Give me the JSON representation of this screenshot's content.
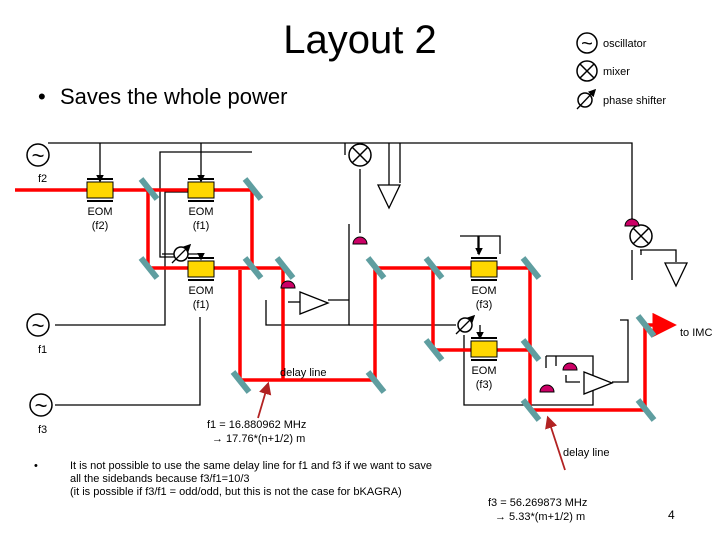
{
  "title": "Layout 2",
  "bullet_main": "Saves the whole power",
  "legend": {
    "oscillator": "oscillator",
    "mixer": "mixer",
    "phase_shifter": "phase shifter"
  },
  "sources": {
    "f2": "f2",
    "f1": "f1",
    "f3": "f3"
  },
  "eom": {
    "f2": [
      "EOM",
      "(f2)"
    ],
    "f1_upper": [
      "EOM",
      "(f1)"
    ],
    "f1_lower": [
      "EOM",
      "(f1)"
    ],
    "f3_upper": [
      "EOM",
      "(f3)"
    ],
    "f3_lower": [
      "EOM",
      "(f3)"
    ]
  },
  "to_imc": "to IMC",
  "delay_line_1": "delay line",
  "delay_line_2": "delay line",
  "formula_f1": [
    "f1 = 16.880962 MHz",
    "→ 17.76*(n+1/2) m"
  ],
  "formula_f3": [
    "f3 = 56.269873 MHz",
    "→ 5.33*(m+1/2) m"
  ],
  "note": {
    "bullet": "•",
    "lines": [
      "It is not possible to use the same delay line for f1 and f3 if we want to save",
      "all the sidebands because f3/f1=10/3",
      "(it is possible if f3/f1 = odd/odd, but this is not the case for bKAGRA)"
    ]
  },
  "page_number": "4",
  "colors": {
    "beam": "#ff0000",
    "eom": "#ffd700",
    "mirror": "#5f9ea0",
    "photodiode": "#cc0066",
    "signal": "#000000",
    "arrow": "#b22222"
  }
}
